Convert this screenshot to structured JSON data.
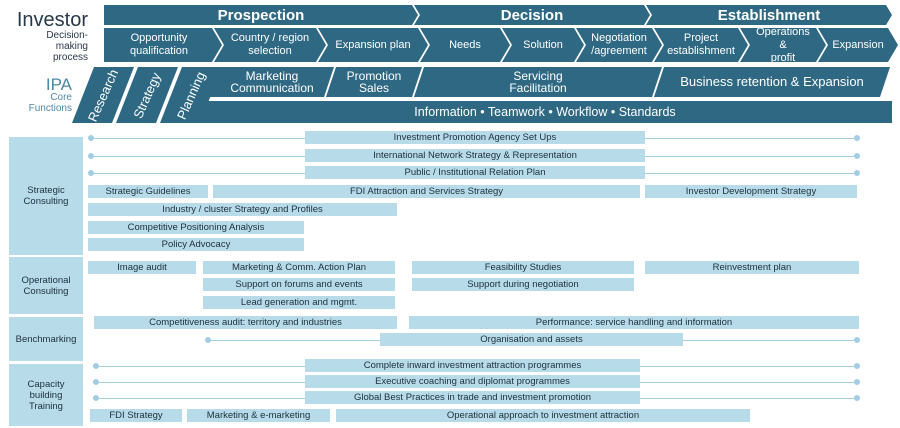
{
  "investor": {
    "title": "Investor",
    "subtitle_lines": [
      "Decision-",
      "making",
      "process"
    ],
    "phases": [
      "Prospection",
      "Decision",
      "Establishment"
    ],
    "steps": [
      [
        "Opportunity",
        "qualification"
      ],
      [
        "Country / region",
        "selection"
      ],
      [
        "Expansion plan"
      ],
      [
        "Needs"
      ],
      [
        "Solution"
      ],
      [
        "Negotiation",
        "/agreement"
      ],
      [
        "Project",
        "establishment"
      ],
      [
        "Operations &",
        "profit"
      ],
      [
        "Expansion"
      ]
    ]
  },
  "ipa": {
    "title": "IPA",
    "subtitle_lines": [
      "Core",
      "Functions"
    ],
    "slanted": [
      "Research",
      "Strategy",
      "Planning"
    ],
    "top": [
      [
        "Marketing",
        "Communication"
      ],
      [
        "Promotion",
        "Sales"
      ],
      [
        "Servicing",
        "Facilitation"
      ],
      [
        "Business retention & Expansion"
      ]
    ],
    "info_bar": "Information • Teamwork • Workflow • Standards"
  },
  "categories": [
    [
      "Strategic",
      "Consulting"
    ],
    [
      "Operational",
      "Consulting"
    ],
    [
      "Benchmarking"
    ],
    [
      "Capacity",
      "building",
      "Training"
    ]
  ],
  "strategic": {
    "lines": [
      "Investment Promotion Agency Set Ups",
      "International Network Strategy & Representation",
      "Public / Institutional Relation Plan"
    ],
    "boxes": [
      "Strategic Guidelines",
      "FDI Attraction  and Services Strategy",
      "Investor Development Strategy",
      "Industry / cluster Strategy and Profiles",
      "Competitive Positioning Analysis",
      "Policy Advocacy"
    ]
  },
  "operational": {
    "boxes": [
      "Image audit",
      "Marketing & Comm. Action Plan",
      "Feasibility Studies",
      "Reinvestment plan",
      "Support on forums and events",
      "Support during negotiation",
      "Lead generation and mgmt."
    ]
  },
  "benchmarking": {
    "boxes": [
      "Competitiveness audit: territory and industries",
      "Performance: service handling and information"
    ],
    "line": "Organisation and assets"
  },
  "capacity": {
    "lines": [
      "Complete inward investment attraction programmes",
      "Executive coaching and diplomat programmes",
      "Global Best Practices in trade and investment promotion"
    ],
    "boxes": [
      "FDI Strategy",
      "Marketing & e-marketing",
      "Operational approach to investment attraction"
    ]
  }
}
